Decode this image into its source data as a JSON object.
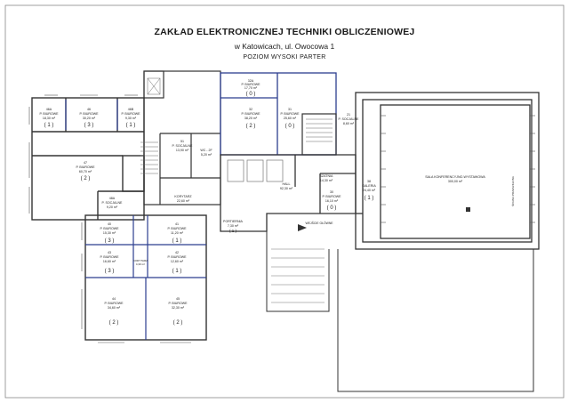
{
  "header": {
    "title": "ZAKŁAD ELEKTRONICZNEJ TECHNIKI OBLICZENIOWEJ",
    "address": "w Katowicach, ul. Owocowa 1",
    "level": "POZIOM  WYSOKI PARTER"
  },
  "colors": {
    "walls": "#333333",
    "office_walls": "#2c3e8f",
    "paper": "#ffffff"
  },
  "rooms": {
    "r46a": {
      "name": "46A",
      "label": "P. BIUROWE",
      "area": "18,30 m²",
      "occupancy": "( 1 )"
    },
    "r46": {
      "name": "46",
      "label": "P. BIUROWE",
      "area": "30,20 m²",
      "occupancy": "( 3 )"
    },
    "r46b": {
      "name": "46B",
      "label": "P. BIUROWE",
      "area": "9,30 m²",
      "occupancy": "( 1 )"
    },
    "r47": {
      "name": "47",
      "label": "P. BIUROWE",
      "area": "60,70 m²",
      "occupancy": "( 2 )"
    },
    "r48a": {
      "name": "48A",
      "label": "P. SOCJALNE",
      "area": "9,20 m²"
    },
    "r51": {
      "name": "51",
      "label": "P. SOCJALNE",
      "area": "13,90 m²"
    },
    "r33": {
      "name": "WC - 2F",
      "area": "5,20 m²"
    },
    "corridor": {
      "label": "KORYTARZ",
      "area": "22,60 m²"
    },
    "r32a": {
      "name": "32A",
      "label": "P. BIUROWE",
      "area": "17,70 m²",
      "occupancy": "( 0 )"
    },
    "r32": {
      "name": "32",
      "label": "P. BIUROWE",
      "area": "38,20 m²",
      "occupancy": "( 2 )"
    },
    "r31": {
      "name": "31",
      "label": "P. BIUROWE",
      "area": "25,60 m²",
      "occupancy": "( 0 )"
    },
    "r21": {
      "name": "21",
      "label": "P. SOCJALNE",
      "area": "8,60 m²"
    },
    "hall": {
      "label": "HALL",
      "area": "92,30 m²"
    },
    "wardrobe": {
      "label": "SZATNIA",
      "area": "14,30 m²"
    },
    "r30": {
      "name": "30",
      "label": "P. BIUROWE",
      "area": "16,10 m²",
      "occupancy": "( 0 )"
    },
    "gallery": {
      "name": "38",
      "label": "GALERIA",
      "area": "24,40 m²",
      "occupancy": "( 1 )"
    },
    "bigroom": {
      "label": "SALA KONFERENCYJNO-WYSTAWOWA",
      "area": "300,00 m²"
    },
    "porter": {
      "label": "PORTIERNIA",
      "area": "7,30 m²",
      "occupancy": "( 1 )"
    },
    "r40": {
      "name": "40",
      "label": "P. BIUROWE",
      "area": "15,30 m²",
      "occupancy": "( 3 )"
    },
    "r41": {
      "name": "41",
      "label": "P. BIUROWE",
      "area": "11,20 m²",
      "occupancy": "( 1 )"
    },
    "r43": {
      "name": "43",
      "label": "P. BIUROWE",
      "area": "16,60 m²",
      "occupancy": "( 3 )"
    },
    "r42": {
      "name": "42",
      "label": "P. BIUROWE",
      "area": "12,60 m²",
      "occupancy": "( 1 )"
    },
    "r44": {
      "name": "44",
      "label": "P. BIUROWE",
      "area": "34,60 m²",
      "occupancy": "( 2 )"
    },
    "r45": {
      "name": "45",
      "label": "P. BIUROWE",
      "area": "32,30 m²",
      "occupancy": "( 2 )"
    },
    "r44a": {
      "label": "KORYTARZ",
      "area": "4,30 m²"
    }
  },
  "annotations": {
    "entrance": "WEJŚCIE GŁÓWNE",
    "ramp": "ŚCIANA PRZESZKLONA"
  }
}
